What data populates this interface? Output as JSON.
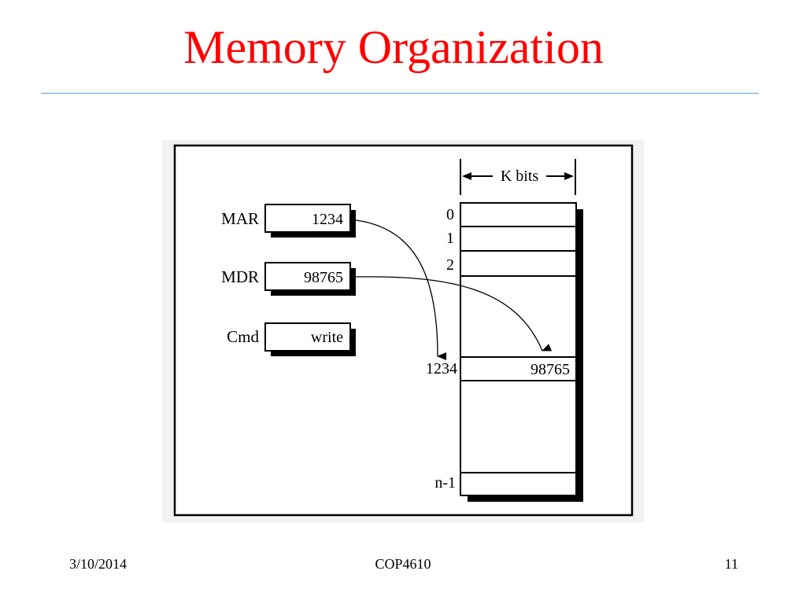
{
  "slide": {
    "title": "Memory Organization",
    "footer": {
      "date": "3/10/2014",
      "course": "COP4610",
      "page_number": "11"
    }
  },
  "diagram": {
    "registers": [
      {
        "label": "MAR",
        "value": "1234"
      },
      {
        "label": "MDR",
        "value": "98765"
      },
      {
        "label": "Cmd",
        "value": "write"
      }
    ],
    "memory": {
      "width_label": "K bits",
      "row_labels": [
        "0",
        "1",
        "2"
      ],
      "addressed_row_label": "1234",
      "addressed_row_value": "98765",
      "last_row_label": "n-1"
    }
  },
  "colors": {
    "title": "#ff0000",
    "rule": "#5b9bd5",
    "figure_background": "#f2f2f2"
  }
}
